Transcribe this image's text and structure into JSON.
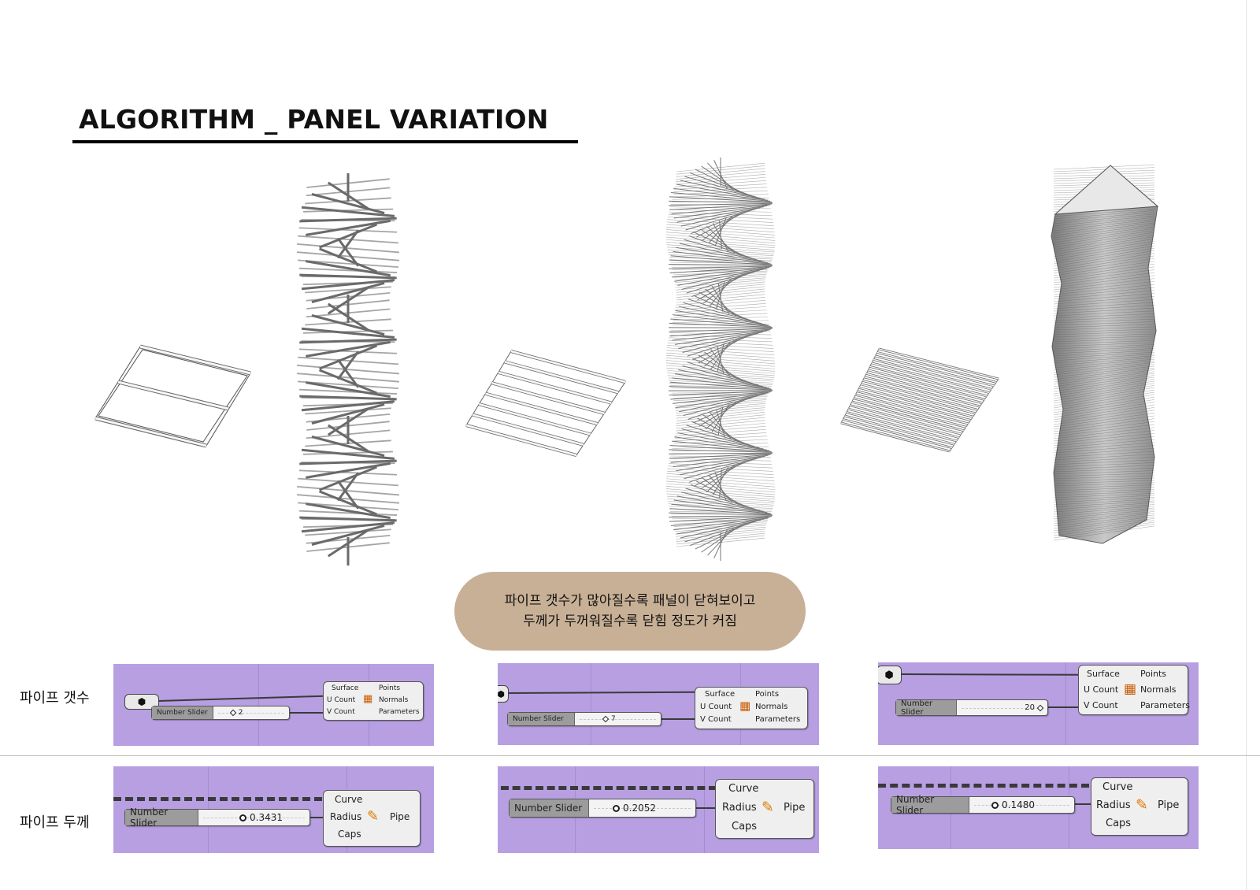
{
  "header": {
    "title": "ALGORITHM _ PANEL VARIATION"
  },
  "callout": {
    "line1": "파이프 갯수가 많아질수록 패널이 닫혀보이고",
    "line2": "두께가 두꺼워질수록 닫힘 정도가 커짐"
  },
  "rows": {
    "pipe_count_label": "파이프 갯수",
    "pipe_thickness_label": "파이프 두께"
  },
  "count_panels": [
    {
      "slider_label": "Number Slider",
      "slider_value": "2",
      "inputs": [
        "Surface",
        "U Count",
        "V Count"
      ],
      "outputs": [
        "Points",
        "Normals",
        "Parameters"
      ]
    },
    {
      "slider_label": "Number Slider",
      "slider_value": "7",
      "inputs": [
        "Surface",
        "U Count",
        "V Count"
      ],
      "outputs": [
        "Points",
        "Normals",
        "Parameters"
      ]
    },
    {
      "slider_label": "Number Slider",
      "slider_value": "20",
      "inputs": [
        "Surface",
        "U Count",
        "V Count"
      ],
      "outputs": [
        "Points",
        "Normals",
        "Parameters"
      ]
    }
  ],
  "thickness_panels": [
    {
      "slider_label": "Number Slider",
      "slider_value": "0.3431",
      "inputs": [
        "Curve",
        "Radius",
        "Caps"
      ],
      "output": "Pipe"
    },
    {
      "slider_label": "Number Slider",
      "slider_value": "0.2052",
      "inputs": [
        "Curve",
        "Radius",
        "Caps"
      ],
      "output": "Pipe"
    },
    {
      "slider_label": "Number Slider",
      "slider_value": "0.1480",
      "inputs": [
        "Curve",
        "Radius",
        "Caps"
      ],
      "output": "Pipe"
    }
  ],
  "icons": [
    "surface-param-icon",
    "divide-surface-icon",
    "pipe-icon"
  ],
  "colors": {
    "canvas": "#b79fe2",
    "callout": "#c8b096"
  }
}
